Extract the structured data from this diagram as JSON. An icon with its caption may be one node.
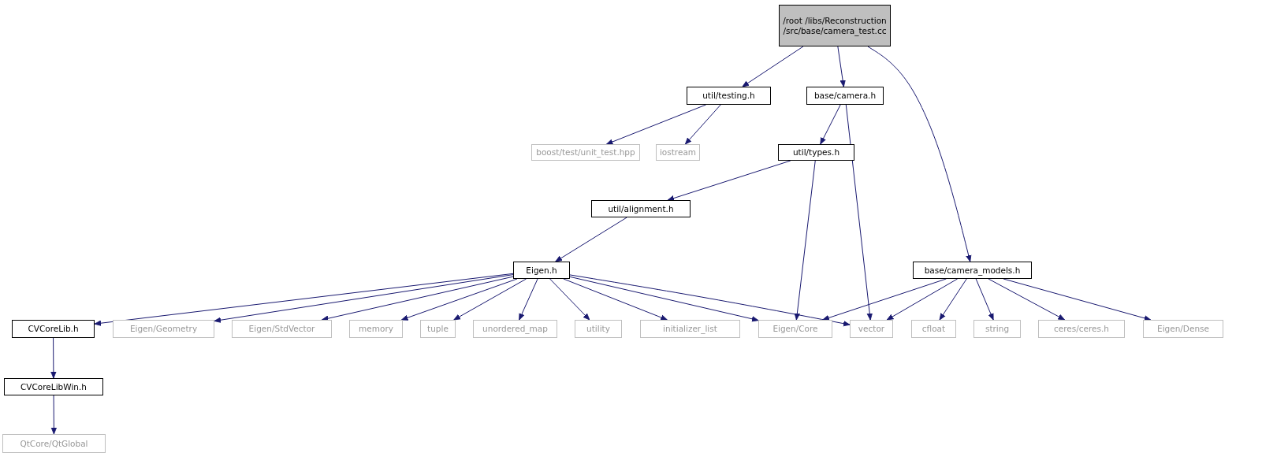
{
  "diagram": {
    "nodes": [
      {
        "text": [
          "/root /libs/Reconstruction /src/base/camera_test.cc"
        ]
      },
      {
        "text": [
          "util/testing.h"
        ]
      },
      {
        "text": [
          "base/camera.h"
        ]
      },
      {
        "text": [
          "boost/test/unit_test.hpp"
        ]
      },
      {
        "text": [
          "iostream"
        ]
      },
      {
        "text": [
          "util/types.h"
        ]
      },
      {
        "text": [
          "util/alignment.h"
        ]
      },
      {
        "text": [
          "base/camera_models.h"
        ]
      },
      {
        "text": [
          "Eigen.h"
        ]
      },
      {
        "text": [
          "CVCoreLib.h"
        ]
      },
      {
        "text": [
          "Eigen/Geometry"
        ]
      },
      {
        "text": [
          "Eigen/StdVector"
        ]
      },
      {
        "text": [
          "memory"
        ]
      },
      {
        "text": [
          "tuple"
        ]
      },
      {
        "text": [
          "unordered_map"
        ]
      },
      {
        "text": [
          "utility"
        ]
      },
      {
        "text": [
          "initializer_list"
        ]
      },
      {
        "text": [
          "Eigen/Core"
        ]
      },
      {
        "text": [
          "vector"
        ]
      },
      {
        "text": [
          "cfloat"
        ]
      },
      {
        "text": [
          "string"
        ]
      },
      {
        "text": [
          "ceres/ceres.h"
        ]
      },
      {
        "text": [
          "Eigen/Dense"
        ]
      },
      {
        "text": [
          "CVCoreLibWin.h"
        ]
      },
      {
        "text": [
          "QtCore/QtGlobal"
        ]
      }
    ],
    "edges": [
      {
        "from": 0,
        "to": 1,
        "arrow": "to"
      },
      {
        "from": 0,
        "to": 2,
        "arrow": "to"
      },
      {
        "from": 0,
        "to": 7,
        "arrow": "to"
      },
      {
        "from": 1,
        "to": 3,
        "arrow": "to"
      },
      {
        "from": 1,
        "to": 4,
        "arrow": "to"
      },
      {
        "from": 2,
        "to": 5,
        "arrow": "to"
      },
      {
        "from": 2,
        "to": 18,
        "arrow": "to"
      },
      {
        "from": 5,
        "to": 6,
        "arrow": "to"
      },
      {
        "from": 5,
        "to": 17,
        "arrow": "to"
      },
      {
        "from": 6,
        "to": 8,
        "arrow": "to"
      },
      {
        "from": 8,
        "to": 9,
        "arrow": "to"
      },
      {
        "from": 8,
        "to": 10,
        "arrow": "to"
      },
      {
        "from": 8,
        "to": 11,
        "arrow": "to"
      },
      {
        "from": 8,
        "to": 12,
        "arrow": "to"
      },
      {
        "from": 8,
        "to": 13,
        "arrow": "to"
      },
      {
        "from": 8,
        "to": 14,
        "arrow": "to"
      },
      {
        "from": 8,
        "to": 15,
        "arrow": "to"
      },
      {
        "from": 8,
        "to": 16,
        "arrow": "to"
      },
      {
        "from": 8,
        "to": 17,
        "arrow": "to"
      },
      {
        "from": 8,
        "to": 18,
        "arrow": "to"
      },
      {
        "from": 7,
        "to": 17,
        "arrow": "to"
      },
      {
        "from": 7,
        "to": 18,
        "arrow": "to"
      },
      {
        "from": 7,
        "to": 19,
        "arrow": "to"
      },
      {
        "from": 7,
        "to": 20,
        "arrow": "to"
      },
      {
        "from": 7,
        "to": 21,
        "arrow": "to"
      },
      {
        "from": 7,
        "to": 22,
        "arrow": "to"
      },
      {
        "from": 9,
        "to": 23,
        "arrow": "to"
      },
      {
        "from": 23,
        "to": 24,
        "arrow": "to"
      }
    ]
  }
}
